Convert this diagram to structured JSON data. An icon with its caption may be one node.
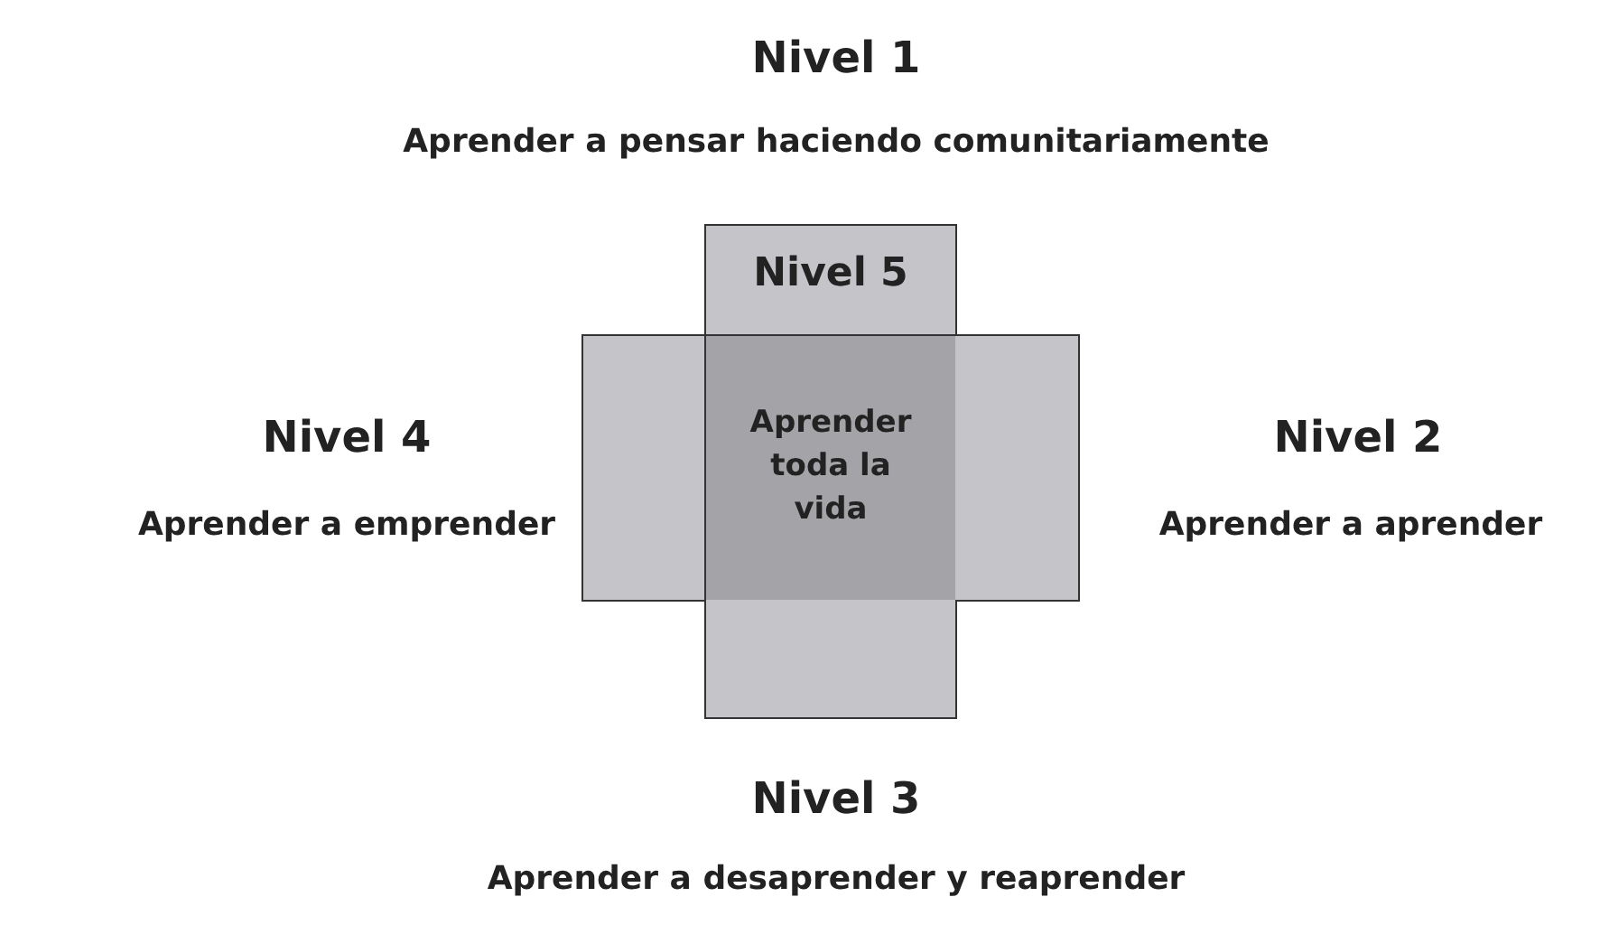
{
  "diagram": {
    "nodes": [
      {
        "text": [
          "Nivel 5"
        ]
      },
      {
        "text": [],
        "shape": "box"
      },
      {
        "text": [
          "Aprender toda la vida"
        ]
      },
      {
        "text": [],
        "shape": "box"
      },
      {
        "text": [],
        "shape": "box"
      }
    ],
    "labels": [
      "Nivel 1",
      "Aprender a pensar haciendo comunitariamente",
      "Nivel 4",
      "Nivel 2",
      "Aprender a emprender",
      "Aprender a aprender",
      "Nivel 3",
      "Aprender a desaprender y reaprender"
    ]
  }
}
